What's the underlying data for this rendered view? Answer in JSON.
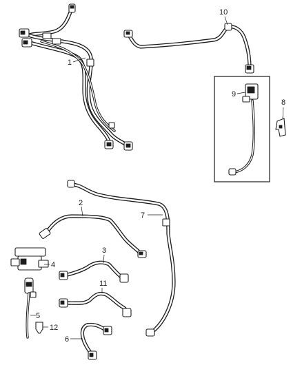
{
  "callouts": [
    {
      "id": "1",
      "label": "1"
    },
    {
      "id": "2",
      "label": "2"
    },
    {
      "id": "3",
      "label": "3"
    },
    {
      "id": "4",
      "label": "4"
    },
    {
      "id": "5",
      "label": "5"
    },
    {
      "id": "6",
      "label": "6"
    },
    {
      "id": "7",
      "label": "7"
    },
    {
      "id": "8",
      "label": "8"
    },
    {
      "id": "9",
      "label": "9"
    },
    {
      "id": "10",
      "label": "10"
    },
    {
      "id": "11",
      "label": "11"
    },
    {
      "id": "12",
      "label": "12"
    }
  ],
  "colors": {
    "line": "#1c1c1c",
    "background": "#ffffff"
  }
}
